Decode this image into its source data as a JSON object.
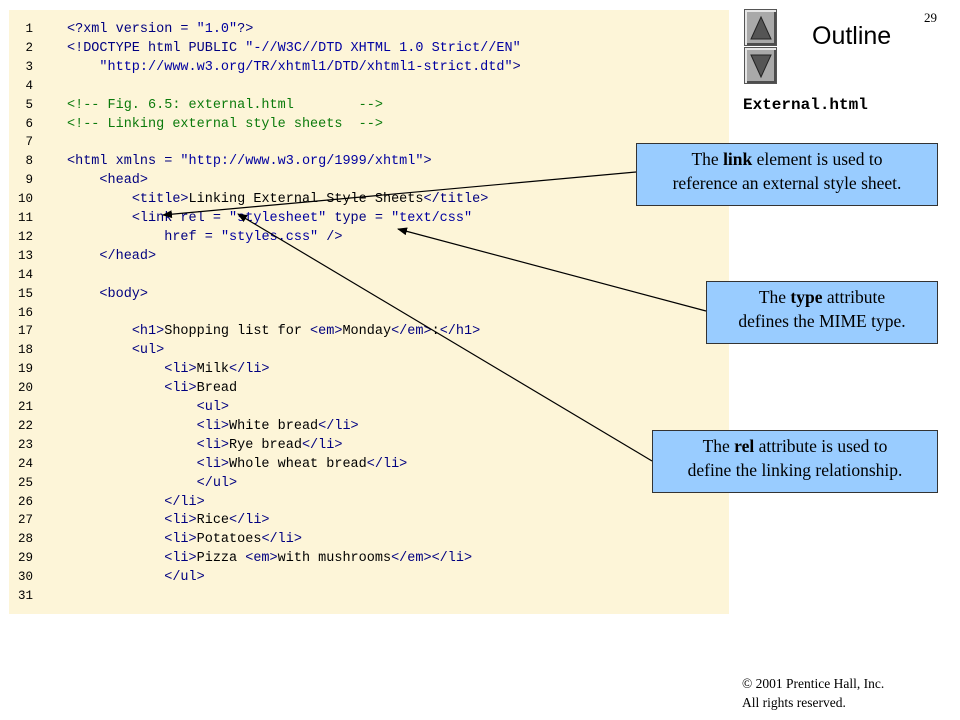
{
  "slide": {
    "page_number": "29",
    "outline_title": "Outline",
    "file_name": "External.html",
    "copyright_line1": "© 2001 Prentice Hall, Inc.",
    "copyright_line2": "All rights reserved."
  },
  "nav": {
    "up_icon": "triangle-up-icon",
    "down_icon": "triangle-down-icon"
  },
  "colors": {
    "code_background": "#fdf5d8",
    "callout_background": "#99ccff",
    "tag_color": "#000080",
    "string_color": "#0000a0",
    "comment_color": "#0b7a0b"
  },
  "code_lines": [
    {
      "n": "1",
      "tokens": [
        {
          "t": "<?xml version = ",
          "c": "tag"
        },
        {
          "t": "\"1.0\"",
          "c": "str"
        },
        {
          "t": "?>",
          "c": "tag"
        }
      ]
    },
    {
      "n": "2",
      "tokens": [
        {
          "t": "<!DOCTYPE html PUBLIC ",
          "c": "tag"
        },
        {
          "t": "\"-//W3C//DTD XHTML 1.0 Strict//EN\"",
          "c": "str"
        }
      ]
    },
    {
      "n": "3",
      "tokens": [
        {
          "t": "    ",
          "c": "txt"
        },
        {
          "t": "\"http://www.w3.org/TR/xhtml1/DTD/xhtml1-strict.dtd\"",
          "c": "str"
        },
        {
          "t": ">",
          "c": "tag"
        }
      ]
    },
    {
      "n": "4",
      "tokens": []
    },
    {
      "n": "5",
      "tokens": [
        {
          "t": "<!-- Fig. 6.5: external.html        -->",
          "c": "cmt"
        }
      ]
    },
    {
      "n": "6",
      "tokens": [
        {
          "t": "<!-- Linking external style sheets  -->",
          "c": "cmt"
        }
      ]
    },
    {
      "n": "7",
      "tokens": []
    },
    {
      "n": "8",
      "tokens": [
        {
          "t": "<html xmlns = ",
          "c": "tag"
        },
        {
          "t": "\"http://www.w3.org/1999/xhtml\"",
          "c": "str"
        },
        {
          "t": ">",
          "c": "tag"
        }
      ]
    },
    {
      "n": "9",
      "tokens": [
        {
          "t": "    ",
          "c": "txt"
        },
        {
          "t": "<head>",
          "c": "tag"
        }
      ]
    },
    {
      "n": "10",
      "tokens": [
        {
          "t": "        ",
          "c": "txt"
        },
        {
          "t": "<title>",
          "c": "tag"
        },
        {
          "t": "Linking External Style Sheets",
          "c": "txt"
        },
        {
          "t": "</title>",
          "c": "tag"
        }
      ]
    },
    {
      "n": "11",
      "tokens": [
        {
          "t": "        ",
          "c": "txt"
        },
        {
          "t": "<link rel = ",
          "c": "tag"
        },
        {
          "t": "\"stylesheet\"",
          "c": "str"
        },
        {
          "t": " type = ",
          "c": "tag"
        },
        {
          "t": "\"text/css\"",
          "c": "str"
        }
      ]
    },
    {
      "n": "12",
      "tokens": [
        {
          "t": "            ",
          "c": "txt"
        },
        {
          "t": "href = ",
          "c": "tag"
        },
        {
          "t": "\"styles.css\"",
          "c": "str"
        },
        {
          "t": " />",
          "c": "tag"
        }
      ]
    },
    {
      "n": "13",
      "tokens": [
        {
          "t": "    ",
          "c": "txt"
        },
        {
          "t": "</head>",
          "c": "tag"
        }
      ]
    },
    {
      "n": "14",
      "tokens": []
    },
    {
      "n": "15",
      "tokens": [
        {
          "t": "    ",
          "c": "txt"
        },
        {
          "t": "<body>",
          "c": "tag"
        }
      ]
    },
    {
      "n": "16",
      "tokens": []
    },
    {
      "n": "17",
      "tokens": [
        {
          "t": "        ",
          "c": "txt"
        },
        {
          "t": "<h1>",
          "c": "tag"
        },
        {
          "t": "Shopping list for ",
          "c": "txt"
        },
        {
          "t": "<em>",
          "c": "tag"
        },
        {
          "t": "Monday",
          "c": "txt"
        },
        {
          "t": "</em>",
          "c": "tag"
        },
        {
          "t": ":",
          "c": "txt"
        },
        {
          "t": "</h1>",
          "c": "tag"
        }
      ]
    },
    {
      "n": "18",
      "tokens": [
        {
          "t": "        ",
          "c": "txt"
        },
        {
          "t": "<ul>",
          "c": "tag"
        }
      ]
    },
    {
      "n": "19",
      "tokens": [
        {
          "t": "            ",
          "c": "txt"
        },
        {
          "t": "<li>",
          "c": "tag"
        },
        {
          "t": "Milk",
          "c": "txt"
        },
        {
          "t": "</li>",
          "c": "tag"
        }
      ]
    },
    {
      "n": "20",
      "tokens": [
        {
          "t": "            ",
          "c": "txt"
        },
        {
          "t": "<li>",
          "c": "tag"
        },
        {
          "t": "Bread",
          "c": "txt"
        }
      ]
    },
    {
      "n": "21",
      "tokens": [
        {
          "t": "                ",
          "c": "txt"
        },
        {
          "t": "<ul>",
          "c": "tag"
        }
      ]
    },
    {
      "n": "22",
      "tokens": [
        {
          "t": "                ",
          "c": "txt"
        },
        {
          "t": "<li>",
          "c": "tag"
        },
        {
          "t": "White bread",
          "c": "txt"
        },
        {
          "t": "</li>",
          "c": "tag"
        }
      ]
    },
    {
      "n": "23",
      "tokens": [
        {
          "t": "                ",
          "c": "txt"
        },
        {
          "t": "<li>",
          "c": "tag"
        },
        {
          "t": "Rye bread",
          "c": "txt"
        },
        {
          "t": "</li>",
          "c": "tag"
        }
      ]
    },
    {
      "n": "24",
      "tokens": [
        {
          "t": "                ",
          "c": "txt"
        },
        {
          "t": "<li>",
          "c": "tag"
        },
        {
          "t": "Whole wheat bread",
          "c": "txt"
        },
        {
          "t": "</li>",
          "c": "tag"
        }
      ]
    },
    {
      "n": "25",
      "tokens": [
        {
          "t": "                ",
          "c": "txt"
        },
        {
          "t": "</ul>",
          "c": "tag"
        }
      ]
    },
    {
      "n": "26",
      "tokens": [
        {
          "t": "            ",
          "c": "txt"
        },
        {
          "t": "</li>",
          "c": "tag"
        }
      ]
    },
    {
      "n": "27",
      "tokens": [
        {
          "t": "            ",
          "c": "txt"
        },
        {
          "t": "<li>",
          "c": "tag"
        },
        {
          "t": "Rice",
          "c": "txt"
        },
        {
          "t": "</li>",
          "c": "tag"
        }
      ]
    },
    {
      "n": "28",
      "tokens": [
        {
          "t": "            ",
          "c": "txt"
        },
        {
          "t": "<li>",
          "c": "tag"
        },
        {
          "t": "Potatoes",
          "c": "txt"
        },
        {
          "t": "</li>",
          "c": "tag"
        }
      ]
    },
    {
      "n": "29",
      "tokens": [
        {
          "t": "            ",
          "c": "txt"
        },
        {
          "t": "<li>",
          "c": "tag"
        },
        {
          "t": "Pizza ",
          "c": "txt"
        },
        {
          "t": "<em>",
          "c": "tag"
        },
        {
          "t": "with mushrooms",
          "c": "txt"
        },
        {
          "t": "</em>",
          "c": "tag"
        },
        {
          "t": "</li>",
          "c": "tag"
        }
      ]
    },
    {
      "n": "30",
      "tokens": [
        {
          "t": "            ",
          "c": "txt"
        },
        {
          "t": "</ul>",
          "c": "tag"
        }
      ]
    },
    {
      "n": "31",
      "tokens": []
    }
  ],
  "callouts": {
    "link": {
      "before": "The ",
      "keyword": "link",
      "after": " element is used to",
      "line2": "reference an external style sheet."
    },
    "type": {
      "before": "The ",
      "keyword": "type",
      "after": " attribute",
      "line2": "defines the MIME type."
    },
    "rel": {
      "before": "The ",
      "keyword": "rel",
      "after": " attribute is used to",
      "line2": "define the linking relationship."
    }
  }
}
